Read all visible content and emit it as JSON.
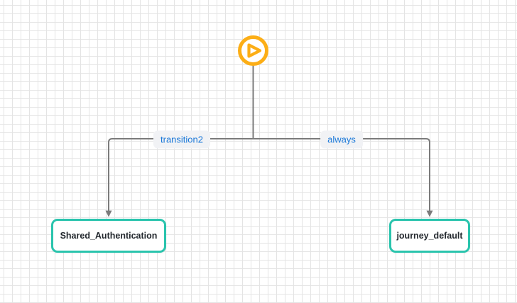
{
  "diagram": {
    "start": {
      "icon": "play-icon"
    },
    "edges": [
      {
        "label": "transition2"
      },
      {
        "label": "always"
      }
    ],
    "nodes": [
      {
        "label": "Shared_Authentication"
      },
      {
        "label": "journey_default"
      }
    ]
  },
  "colors": {
    "canvas-bg": "#ffffff",
    "grid-line": "#e4e4e4",
    "edge-gray": "#7b7b7b",
    "label-blue": "#1b78d8",
    "label-bg": "#f1f2f5",
    "node-teal": "#2ac4ad",
    "node-text": "#23282e",
    "start-amber": "#fcae16"
  }
}
